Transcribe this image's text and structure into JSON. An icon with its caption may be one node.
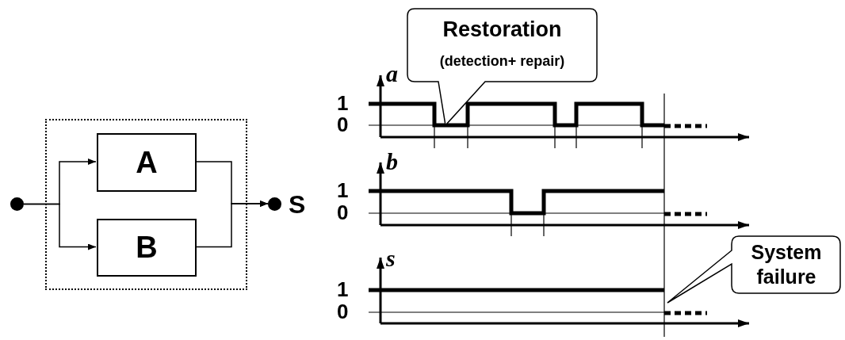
{
  "diagram": {
    "nodes": [
      {
        "text": [],
        "shape": "box"
      },
      {
        "text": [],
        "shape": "circle"
      },
      {
        "text": [
          "A"
        ],
        "in": 0
      },
      {
        "text": [
          "B"
        ],
        "in": 0
      },
      {
        "text": [],
        "shape": "circle",
        "beside": [
          "S"
        ]
      },
      {
        "text": [
          "Restoration",
          "(detection+ repair)"
        ]
      },
      {
        "text": [
          "System failure"
        ]
      }
    ],
    "edges": [
      {
        "from": 1,
        "to": 2,
        "arrow": "to"
      },
      {
        "from": 1,
        "to": 3,
        "arrow": "to"
      },
      {
        "from": 2,
        "to": 4,
        "arrow": "to"
      },
      {
        "from": 3,
        "to": 4,
        "arrow": "to"
      }
    ],
    "labels": [
      "a",
      "1",
      "0",
      "b",
      "1",
      "0",
      "s",
      "1",
      "0"
    ]
  }
}
